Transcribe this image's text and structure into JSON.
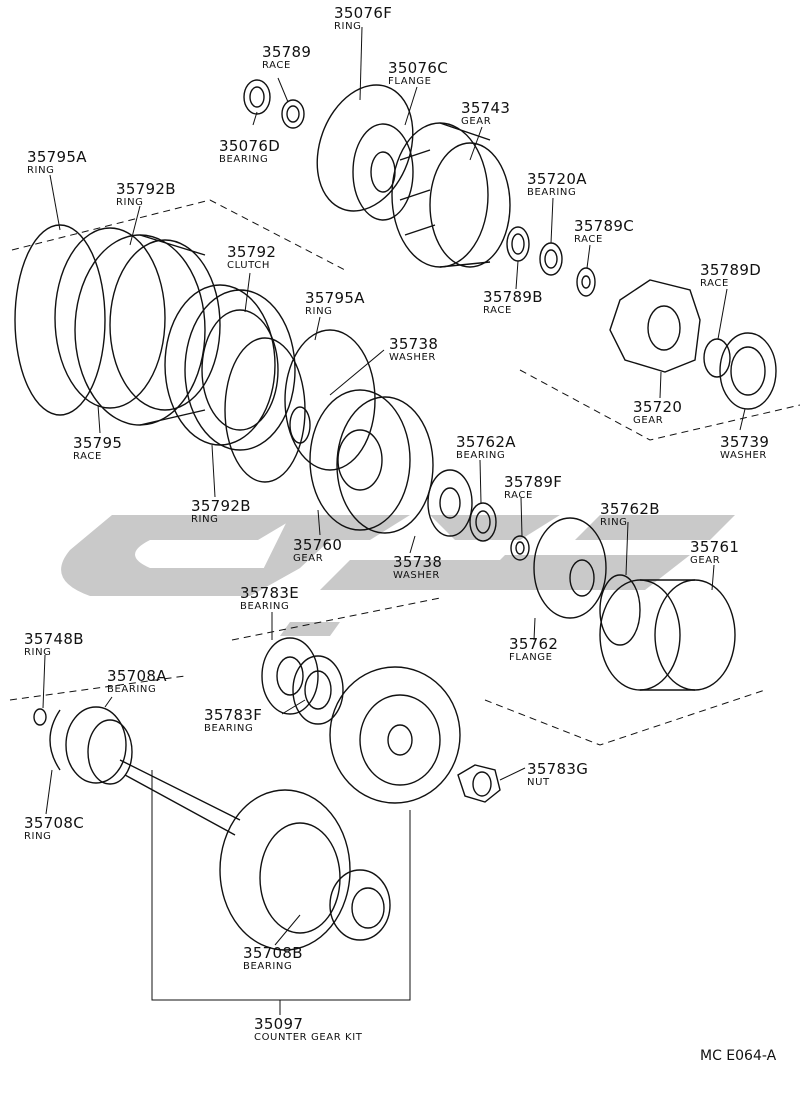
{
  "parts": [
    {
      "id": "35076F",
      "part_no": "35076F",
      "name": "RING"
    },
    {
      "id": "35789",
      "part_no": "35789",
      "name": "RACE"
    },
    {
      "id": "35076C",
      "part_no": "35076C",
      "name": "FLANGE"
    },
    {
      "id": "35076D",
      "part_no": "35076D",
      "name": "BEARING"
    },
    {
      "id": "35743",
      "part_no": "35743",
      "name": "GEAR"
    },
    {
      "id": "35795A_top",
      "part_no": "35795A",
      "name": "RING"
    },
    {
      "id": "35792B_top",
      "part_no": "35792B",
      "name": "RING"
    },
    {
      "id": "35720A",
      "part_no": "35720A",
      "name": "BEARING"
    },
    {
      "id": "35789C",
      "part_no": "35789C",
      "name": "RACE"
    },
    {
      "id": "35792",
      "part_no": "35792",
      "name": "CLUTCH"
    },
    {
      "id": "35789D",
      "part_no": "35789D",
      "name": "RACE"
    },
    {
      "id": "35789B",
      "part_no": "35789B",
      "name": "RACE"
    },
    {
      "id": "35795A_mid",
      "part_no": "35795A",
      "name": "RING"
    },
    {
      "id": "35738_top",
      "part_no": "35738",
      "name": "WASHER"
    },
    {
      "id": "35720",
      "part_no": "35720",
      "name": "GEAR"
    },
    {
      "id": "35739",
      "part_no": "35739",
      "name": "WASHER"
    },
    {
      "id": "35795",
      "part_no": "35795",
      "name": "RACE"
    },
    {
      "id": "35762A",
      "part_no": "35762A",
      "name": "BEARING"
    },
    {
      "id": "35789F",
      "part_no": "35789F",
      "name": "RACE"
    },
    {
      "id": "35792B_bot",
      "part_no": "35792B",
      "name": "RING"
    },
    {
      "id": "35762B",
      "part_no": "35762B",
      "name": "RING"
    },
    {
      "id": "35760",
      "part_no": "35760",
      "name": "GEAR"
    },
    {
      "id": "35761",
      "part_no": "35761",
      "name": "GEAR"
    },
    {
      "id": "35738_bot",
      "part_no": "35738",
      "name": "WASHER"
    },
    {
      "id": "35783E",
      "part_no": "35783E",
      "name": "BEARING"
    },
    {
      "id": "35762",
      "part_no": "35762",
      "name": "FLANGE"
    },
    {
      "id": "35748B",
      "part_no": "35748B",
      "name": "RING"
    },
    {
      "id": "35708A",
      "part_no": "35708A",
      "name": "BEARING"
    },
    {
      "id": "35783F",
      "part_no": "35783F",
      "name": "BEARING"
    },
    {
      "id": "35783G",
      "part_no": "35783G",
      "name": "NUT"
    },
    {
      "id": "35708C",
      "part_no": "35708C",
      "name": "RING"
    },
    {
      "id": "35708B",
      "part_no": "35708B",
      "name": "BEARING"
    },
    {
      "id": "35097",
      "part_no": "35097",
      "name": "COUNTER GEAR KIT"
    }
  ],
  "diagram_code": "MC  E064-A",
  "colors": {
    "line": "#111111",
    "watermark": "#c8c8c8"
  }
}
